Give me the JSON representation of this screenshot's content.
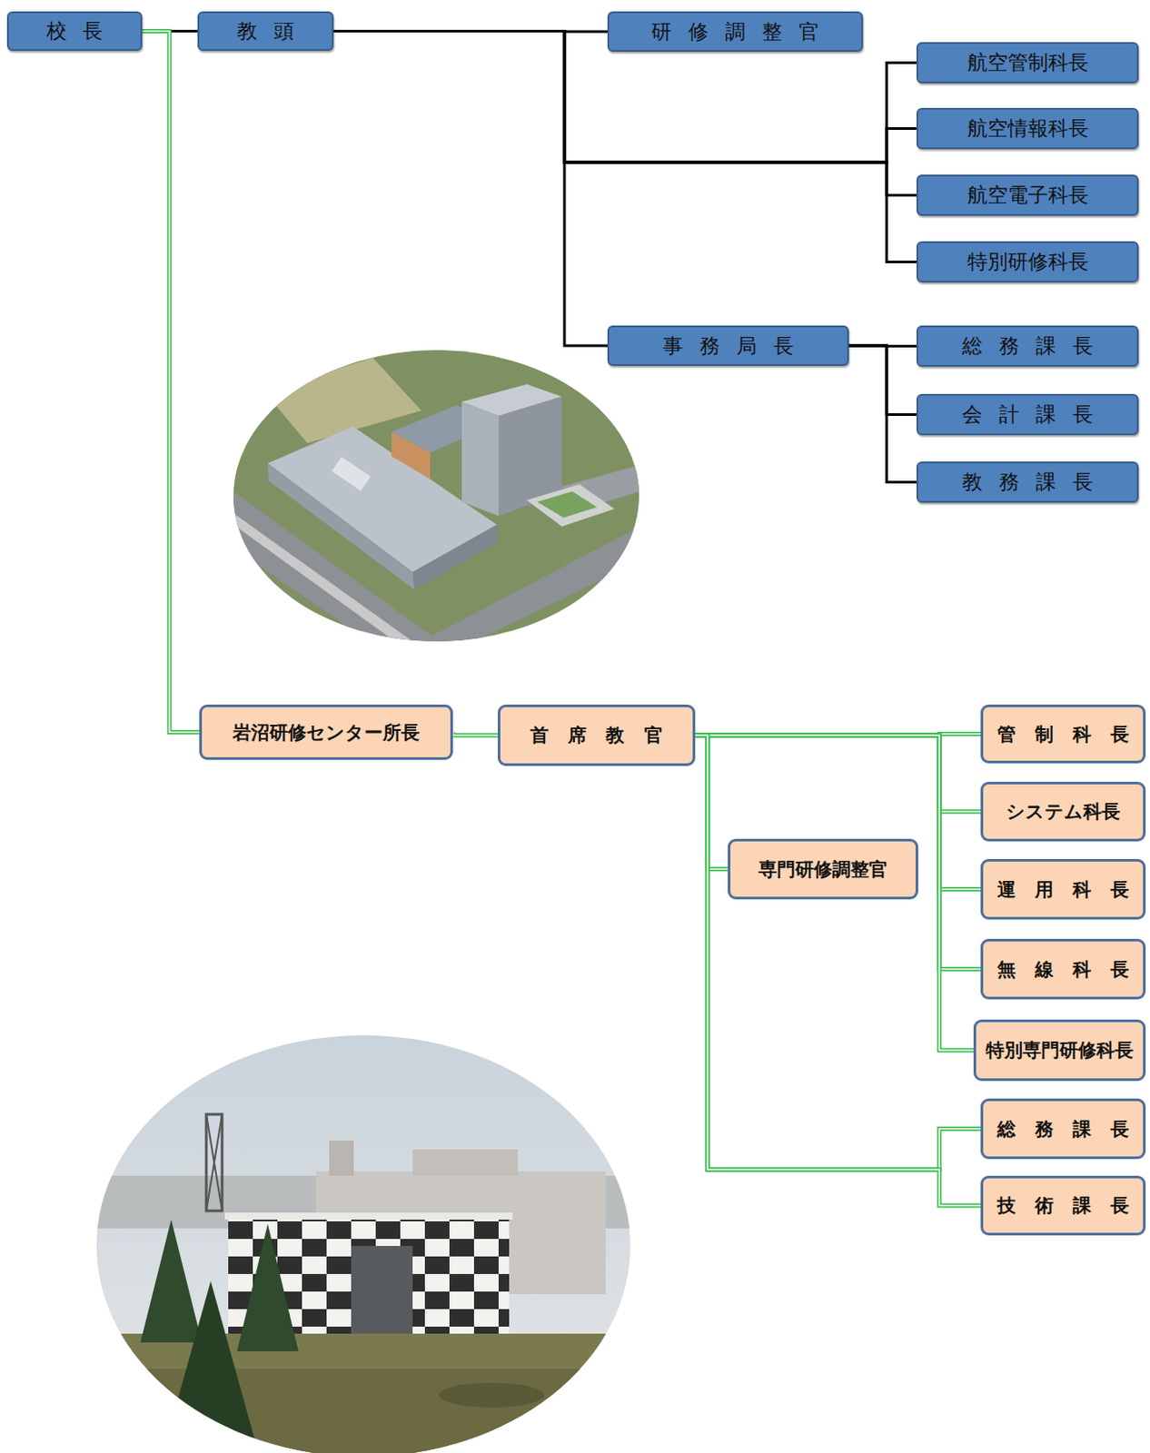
{
  "diagram": {
    "nodes": [
      {
        "text": [
          "校 長"
        ]
      },
      {
        "text": [
          "教 頭"
        ]
      },
      {
        "text": [
          "研 修 調 整 官"
        ]
      },
      {
        "text": [
          "航空管制科長"
        ]
      },
      {
        "text": [
          "航空情報科長"
        ]
      },
      {
        "text": [
          "航空電子科長"
        ]
      },
      {
        "text": [
          "特別研修科長"
        ]
      },
      {
        "text": [
          "事 務 局 長"
        ]
      },
      {
        "text": [
          "総 務 課 長"
        ]
      },
      {
        "text": [
          "会 計 課 長"
        ]
      },
      {
        "text": [
          "教 務 課 長"
        ]
      },
      {
        "text": [
          "岩沼研修センター所長"
        ]
      },
      {
        "text": [
          "首 席 教 官"
        ]
      },
      {
        "text": [
          "専門研修調整官"
        ]
      },
      {
        "text": [
          "管 制 科 長"
        ]
      },
      {
        "text": [
          "システム科長"
        ]
      },
      {
        "text": [
          "運 用 科 長"
        ]
      },
      {
        "text": [
          "無 線 科 長"
        ]
      },
      {
        "text": [
          "特別専門研修科長"
        ]
      },
      {
        "text": [
          "総 務 課 長"
        ]
      },
      {
        "text": [
          "技 術 課 長"
        ]
      }
    ],
    "edges": [
      {
        "from": 0,
        "to": 1,
        "arrow": "none"
      },
      {
        "from": 0,
        "to": 11,
        "arrow": "none"
      },
      {
        "from": 1,
        "to": 2,
        "arrow": "none"
      },
      {
        "from": 1,
        "to": 3,
        "arrow": "none"
      },
      {
        "from": 1,
        "to": 4,
        "arrow": "none"
      },
      {
        "from": 1,
        "to": 5,
        "arrow": "none"
      },
      {
        "from": 1,
        "to": 6,
        "arrow": "none"
      },
      {
        "from": 1,
        "to": 7,
        "arrow": "none"
      },
      {
        "from": 7,
        "to": 8,
        "arrow": "none"
      },
      {
        "from": 7,
        "to": 9,
        "arrow": "none"
      },
      {
        "from": 7,
        "to": 10,
        "arrow": "none"
      },
      {
        "from": 11,
        "to": 12,
        "arrow": "none"
      },
      {
        "from": 12,
        "to": 13,
        "arrow": "none"
      },
      {
        "from": 12,
        "to": 14,
        "arrow": "none"
      },
      {
        "from": 12,
        "to": 15,
        "arrow": "none"
      },
      {
        "from": 12,
        "to": 16,
        "arrow": "none"
      },
      {
        "from": 12,
        "to": 17,
        "arrow": "none"
      },
      {
        "from": 12,
        "to": 18,
        "arrow": "none"
      },
      {
        "from": 12,
        "to": 19,
        "arrow": "none"
      },
      {
        "from": 12,
        "to": 20,
        "arrow": "none"
      }
    ]
  }
}
